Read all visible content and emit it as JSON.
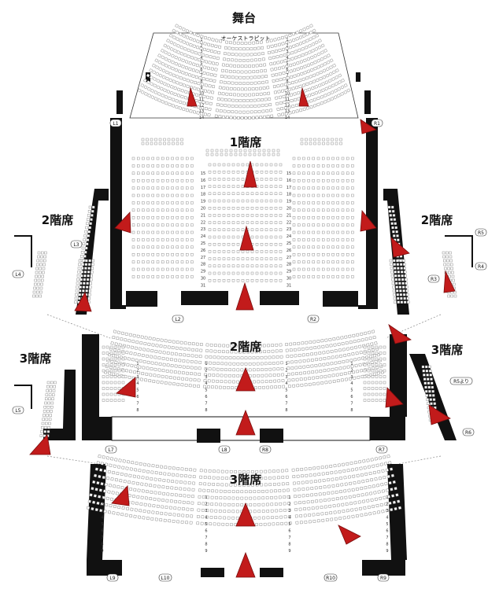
{
  "title": "舞台",
  "orchestra_pit": "オーケストラピット",
  "floor1": {
    "label": "1階席",
    "row_numbers_front": [
      "1",
      "2",
      "3",
      "4",
      "5",
      "6",
      "7",
      "8",
      "9",
      "10",
      "11",
      "12",
      "13",
      "14"
    ],
    "row_numbers_back": [
      "15",
      "16",
      "17",
      "18",
      "19",
      "20",
      "21",
      "22",
      "23",
      "24",
      "25",
      "26",
      "27",
      "28",
      "29",
      "30",
      "31"
    ],
    "exits": [
      "L1",
      "R1",
      "L2",
      "R2"
    ]
  },
  "floor2": {
    "label": "2階席",
    "side_labels": [
      "2階席",
      "2階席"
    ],
    "row_numbers": [
      "1",
      "2",
      "3",
      "4",
      "5",
      "6",
      "7",
      "8"
    ],
    "exits": [
      "L3",
      "L4",
      "R3",
      "R4",
      "R5",
      "L7",
      "L8",
      "R8",
      "R7"
    ]
  },
  "floor3": {
    "label": "3階席",
    "side_labels": [
      "3階席",
      "3階席"
    ],
    "row_numbers": [
      "1",
      "2",
      "3",
      "4",
      "5",
      "6",
      "7",
      "8",
      "9"
    ],
    "exits": [
      "L5",
      "R5より",
      "R6",
      "L9",
      "L10",
      "R10",
      "R9"
    ]
  },
  "colors": {
    "arrow": "#c21b1b",
    "wall": "#111111",
    "seat_stroke": "#777777"
  }
}
